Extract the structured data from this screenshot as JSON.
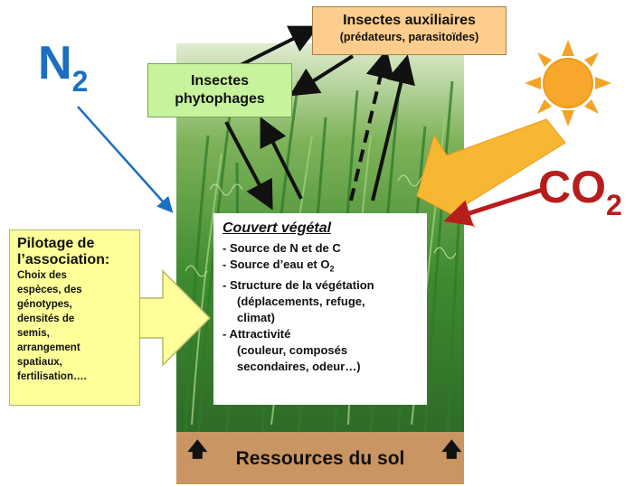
{
  "insectes_auxiliaires": {
    "title": "Insectes auxiliaires",
    "subtitle": "(prédateurs, parasitoïdes)"
  },
  "insectes_phytophages": {
    "line1": "Insectes",
    "line2": "phytophages"
  },
  "nitrogen": {
    "symbol": "N",
    "subscript": "2"
  },
  "carbon_dioxide": {
    "symbol": "CO",
    "subscript": "2"
  },
  "couvert_vegetal": {
    "title": "Couvert végétal",
    "source_nc": "- Source de N et de C",
    "source_eau_prefix": "- Source d’eau et O",
    "source_eau_sub": "2",
    "structure": "- Structure de la végétation",
    "structure_detail_1": "(déplacements, refuge,",
    "structure_detail_2": "climat)",
    "attractivite": "- Attractivité",
    "attractivite_detail_1": "(couleur, composés",
    "attractivite_detail_2": "secondaires, odeur…)"
  },
  "pilotage": {
    "head_1": "Pilotage de",
    "head_2": "l’association:",
    "body_1": "Choix des",
    "body_2": "espèces, des",
    "body_3": "génotypes,",
    "body_4": "densités de",
    "body_5": "semis,",
    "body_6": "arrangement",
    "body_7": "spatiaux,",
    "body_8": "fertilisation…."
  },
  "ressources_sol": {
    "label": "Ressources du sol",
    "arrow_glyph": "🡅"
  },
  "colors": {
    "auxiliaires_fill": "#fccd8c",
    "phytophages_fill": "#c7f39c",
    "pilotage_fill": "#ffff99",
    "sol_fill": "#c99562",
    "n2_blue": "#1b6fc1",
    "co2_red": "#b81c1c",
    "sun_orange": "#f7a72b"
  }
}
